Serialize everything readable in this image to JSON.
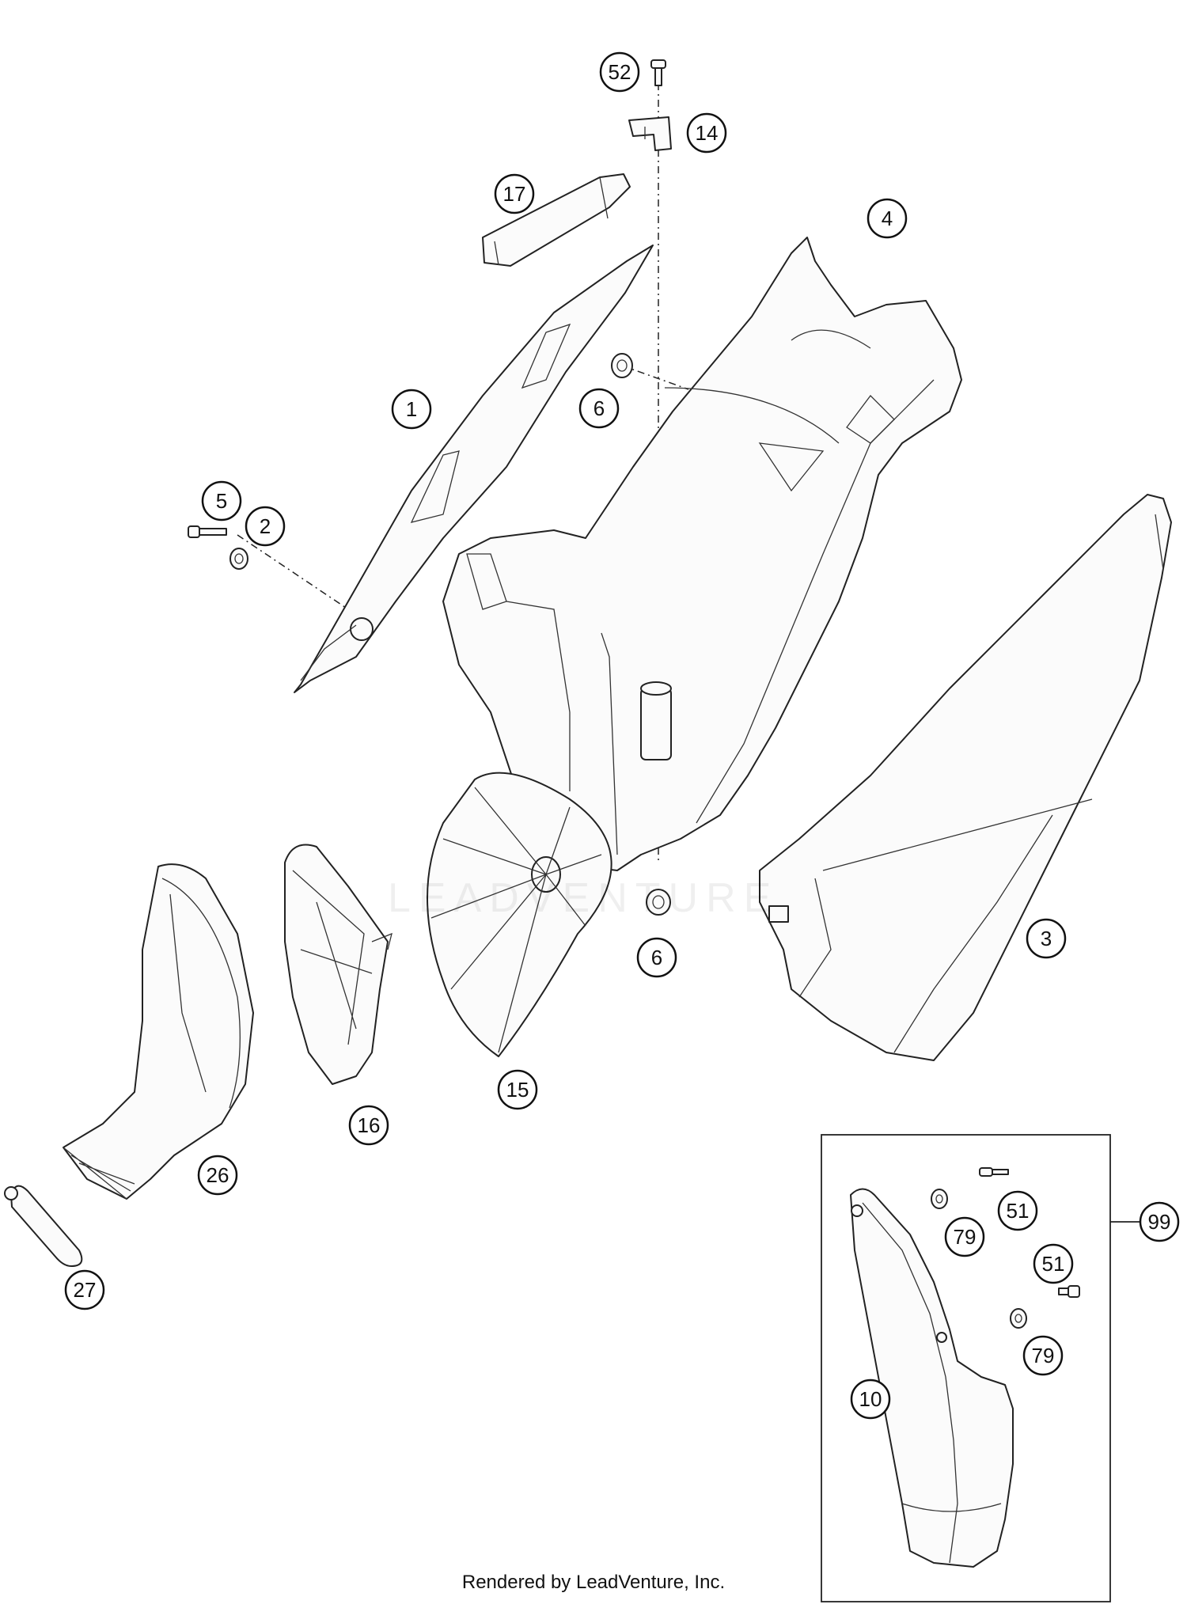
{
  "callouts": [
    "52",
    "14",
    "17",
    "4",
    "1",
    "6",
    "5",
    "2",
    "6",
    "3",
    "15",
    "16",
    "26",
    "27",
    "99",
    "51",
    "79",
    "51",
    "79",
    "10"
  ],
  "watermark_text": "LEADVENTURE",
  "footer": {
    "credit": "Rendered by LeadVenture, Inc."
  }
}
